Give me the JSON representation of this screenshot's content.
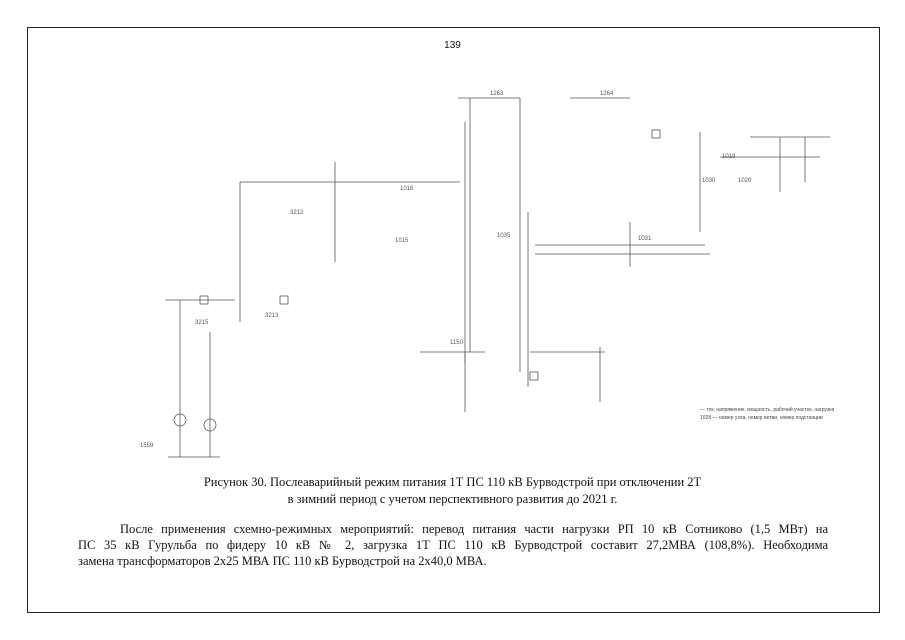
{
  "page": {
    "number": "139"
  },
  "figure": {
    "caption_line1": "Рисунок 30. Послеаварийный режим  питания 1Т ПС 110 кВ Бурводстрой при отключении 2Т",
    "caption_line2": "в зимний период с учетом перспективного развития до 2021 г.",
    "diagram_labels": {
      "bus_1": "1263",
      "bus_2": "1264",
      "bus_3": "1035",
      "bus_4": "1015",
      "bus_5": "1016",
      "bus_6": "1030",
      "bus_7": "1150",
      "bus_8": "1018",
      "bus_9": "1031",
      "bus_10": "3215",
      "bus_11": "3213",
      "bus_12": "3212",
      "bus_13": "1559",
      "bus_14": "1020"
    },
    "legend": {
      "item1": "— ток, напряжение, мощность, рабочий участок, нагрузка",
      "item2": "1028 — номер узла, номер ветви, номер подстанции"
    }
  },
  "body": {
    "line1": "После применения схемно-режимных мероприятий: перевод питания части нагрузки РП 10 кВ Сотниково (1,5 МВт) на",
    "line2": "ПС 35 кВ Гурульба по фидеру 10 кВ № 2, загрузка 1Т ПС 110 кВ Бурводстрой составит 27,2МВА (108,8%). Необходима",
    "line3": "замена трансформаторов 2х25 МВА ПС 110 кВ Бурводстрой на 2х40,0 МВА."
  }
}
